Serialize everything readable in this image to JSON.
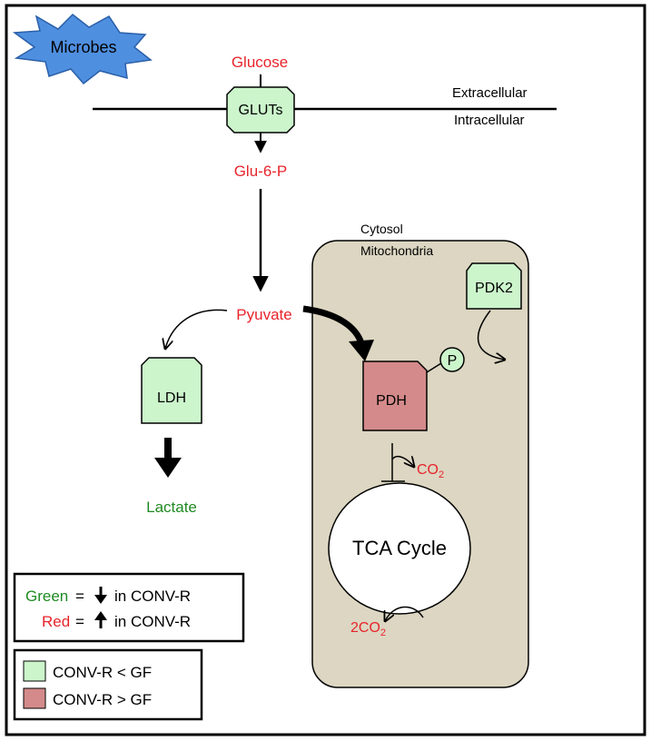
{
  "colors": {
    "red_text": "#e8242b",
    "green_text": "#1f8a22",
    "green_box": "#ccf5cc",
    "red_box": "#d48a8a",
    "mito_fill": "#dcd6c2",
    "microbes_fill": "#4f8fe0",
    "p_circle_fill": "#ccf5cc"
  },
  "labels": {
    "microbes": "Microbes",
    "glucose": "Glucose",
    "gluts": "GLUTs",
    "extracellular": "Extracellular",
    "intracellular": "Intracellular",
    "glu6p": "Glu-6-P",
    "cytosol": "Cytosol",
    "mitochondria": "Mitochondria",
    "pdk2": "PDK2",
    "pyuvate": "Pyuvate",
    "p": "P",
    "ldh": "LDH",
    "pdh": "PDH",
    "co2": "CO",
    "co2_sub": "2",
    "lactate": "Lactate",
    "tca": "TCA Cycle",
    "co2b_prefix": "2CO",
    "co2b_sub": "2"
  },
  "legend_arrows": {
    "green_word": "Green",
    "green_rest": "in CONV-R",
    "red_word": "Red",
    "red_rest": "in CONV-R",
    "equals": "="
  },
  "legend_boxes": {
    "green_label": "CONV-R < GF",
    "red_label": "CONV-R > GF"
  }
}
